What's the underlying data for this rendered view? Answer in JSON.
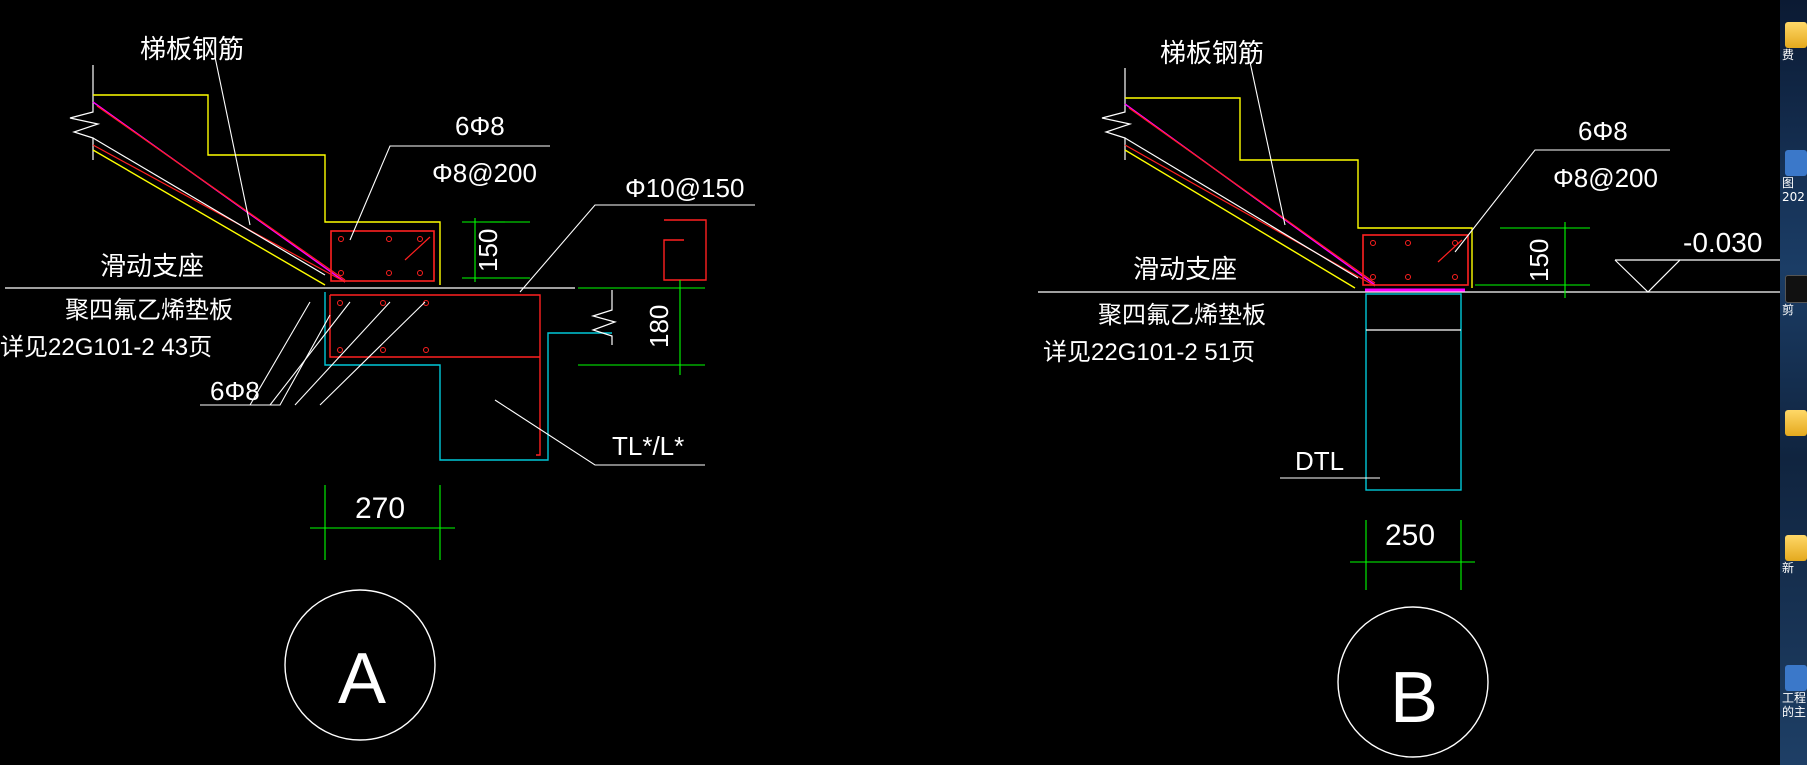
{
  "detail_a": {
    "stair_rebar_label": "梯板钢筋",
    "top_rebar_count": "6Φ8",
    "stirrup_spacing": "Φ8@200",
    "rebar_right": "Φ10@150",
    "sliding_support": "滑动支座",
    "ptfe_pad": "聚四氟乙烯垫板",
    "reference": "详见22G101-2 43页",
    "bottom_rebar_count": "6Φ8",
    "dim_150": "150",
    "dim_180": "180",
    "beam_label": "TL*/L*",
    "dim_width": "270",
    "callout": "A"
  },
  "detail_b": {
    "stair_rebar_label": "梯板钢筋",
    "top_rebar_count": "6Φ8",
    "stirrup_spacing": "Φ8@200",
    "elevation": "-0.030",
    "dim_150": "150",
    "sliding_support": "滑动支座",
    "ptfe_pad": "聚四氟乙烯垫板",
    "reference": "详见22G101-2 51页",
    "beam_label": "DTL",
    "dim_width": "250",
    "callout": "B"
  },
  "desktop_icons": [
    {
      "label": "费",
      "icon": "folder-icon"
    },
    {
      "label": "图",
      "icon": "image-icon"
    },
    {
      "label": "202",
      "icon": ""
    },
    {
      "label": "剪",
      "icon": "app-icon"
    },
    {
      "label": "新",
      "icon": "folder-icon"
    },
    {
      "label": "工程",
      "icon": "document-icon"
    },
    {
      "label": "的主",
      "icon": ""
    }
  ],
  "colors": {
    "background": "#000000",
    "text": "#ffffff",
    "outline": "#ffff00",
    "rebar": "#ff0000",
    "dimension": "#00ff00",
    "beam": "#00c8d8",
    "pad": "#ff00ff"
  }
}
